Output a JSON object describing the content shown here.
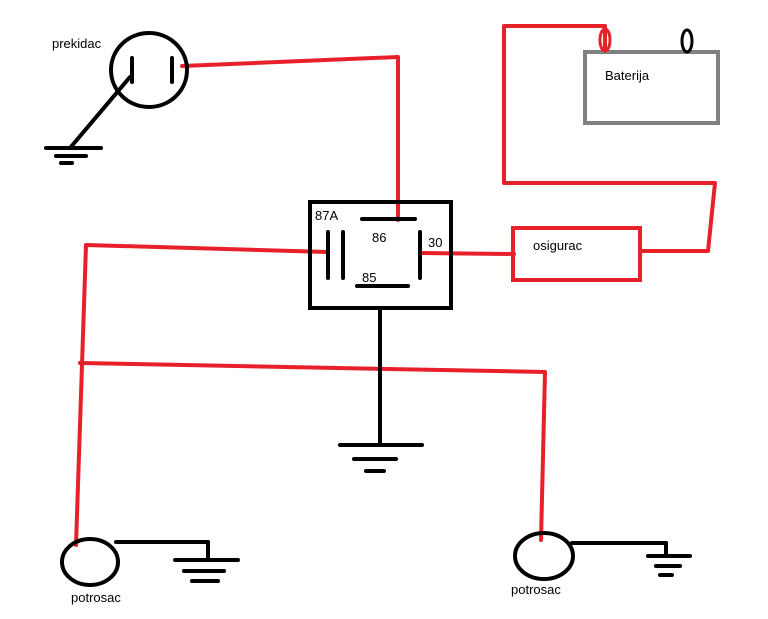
{
  "labels": {
    "switch": "prekidac",
    "battery": "Baterija",
    "fuse": "osigurac",
    "pin_87a": "87A",
    "pin_86": "86",
    "pin_30": "30",
    "pin_85": "85",
    "load_left": "potrosac",
    "load_right": "potrosac"
  },
  "colors": {
    "wire": "#e8202a",
    "line": "#000000",
    "battery_border": "#808080"
  }
}
